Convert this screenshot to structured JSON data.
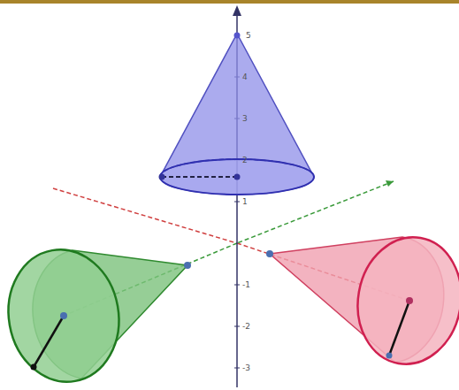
{
  "diagram": {
    "labels": [
      "5",
      "4",
      "3",
      "2",
      "1",
      "-1",
      "-2",
      "-3"
    ]
  }
}
